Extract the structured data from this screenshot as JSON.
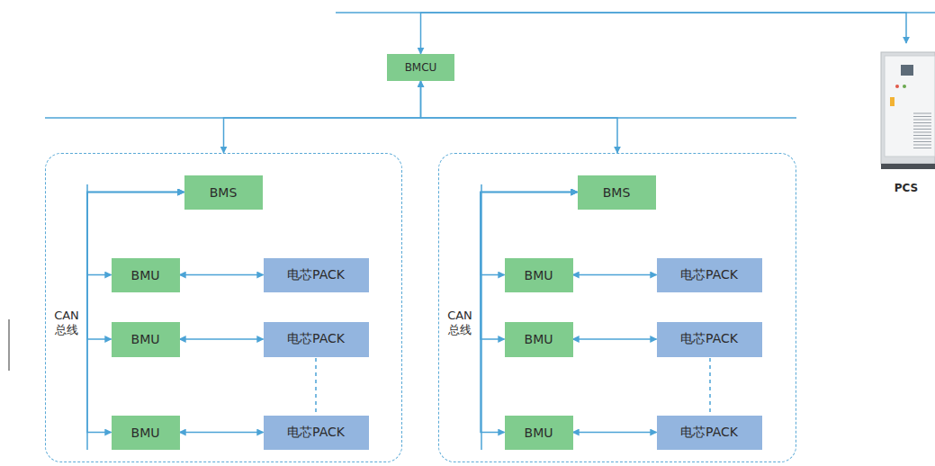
{
  "diagram": {
    "nodes": [
      {
        "text": [
          "BMCU"
        ]
      },
      {
        "text": [
          "PCS"
        ]
      },
      {
        "text": [
          "CAN 总线"
        ]
      },
      {
        "text": [
          "BMS"
        ],
        "in": 2
      },
      {
        "text": [
          "BMU"
        ],
        "in": 2
      },
      {
        "text": [
          "电芯PACK"
        ],
        "in": 2
      },
      {
        "text": [
          "BMU"
        ],
        "in": 2
      },
      {
        "text": [
          "电芯PACK"
        ],
        "in": 2
      },
      {
        "text": [
          "BMU"
        ],
        "in": 2
      },
      {
        "text": [
          "电芯PACK"
        ],
        "in": 2
      },
      {
        "text": [
          "CAN 总线"
        ]
      },
      {
        "text": [
          "BMS"
        ],
        "in": 10
      },
      {
        "text": [
          "BMU"
        ],
        "in": 10
      },
      {
        "text": [
          "电芯PACK"
        ],
        "in": 10
      },
      {
        "text": [
          "BMU"
        ],
        "in": 10
      },
      {
        "text": [
          "电芯PACK"
        ],
        "in": 10
      },
      {
        "text": [
          "BMU"
        ],
        "in": 10
      },
      {
        "text": [
          "电芯PACK"
        ],
        "in": 10
      }
    ],
    "edges": [
      {
        "from": 0,
        "to": 1,
        "arrow": "both"
      },
      {
        "from": 0,
        "to": 2,
        "arrow": "both"
      },
      {
        "from": 0,
        "to": 10,
        "arrow": "both"
      },
      {
        "from": 3,
        "to": 4,
        "arrow": "both"
      },
      {
        "from": 3,
        "to": 6,
        "arrow": "both"
      },
      {
        "from": 3,
        "to": 8,
        "arrow": "both"
      },
      {
        "from": 4,
        "to": 5,
        "arrow": "both"
      },
      {
        "from": 6,
        "to": 7,
        "arrow": "both"
      },
      {
        "from": 8,
        "to": 9,
        "arrow": "both"
      },
      {
        "from": 11,
        "to": 12,
        "arrow": "both"
      },
      {
        "from": 11,
        "to": 14,
        "arrow": "both"
      },
      {
        "from": 11,
        "to": 16,
        "arrow": "both"
      },
      {
        "from": 12,
        "to": 13,
        "arrow": "both"
      },
      {
        "from": 14,
        "to": 15,
        "arrow": "both"
      },
      {
        "from": 16,
        "to": 17,
        "arrow": "both"
      }
    ]
  }
}
